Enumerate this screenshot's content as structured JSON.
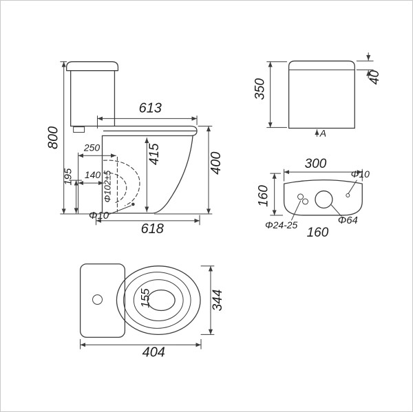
{
  "colors": {
    "background": "#ffffff",
    "border": "#c9c9c9",
    "line": "#3d3d3d",
    "text": "#1c1c1c"
  },
  "side_view": {
    "dim_613": "613",
    "dim_800": "800",
    "dim_250": "250",
    "dim_415": "415",
    "dim_195": "195",
    "dim_140": "140",
    "dim_trap": "Φ102±5",
    "dim_phi10": "Φ10",
    "dim_618": "618",
    "dim_400": "400"
  },
  "tank_side_view": {
    "dim_350": "350",
    "dim_40": "40",
    "label_a": "A"
  },
  "tank_front_view": {
    "dim_300": "300",
    "dim_160_left": "160",
    "dim_phi10": "Φ10",
    "dim_phi64": "Φ64",
    "dim_phi24_25": "Φ24-25",
    "dim_160_bottom": "160"
  },
  "top_view": {
    "dim_155": "155",
    "dim_344": "344",
    "dim_404": "404"
  }
}
